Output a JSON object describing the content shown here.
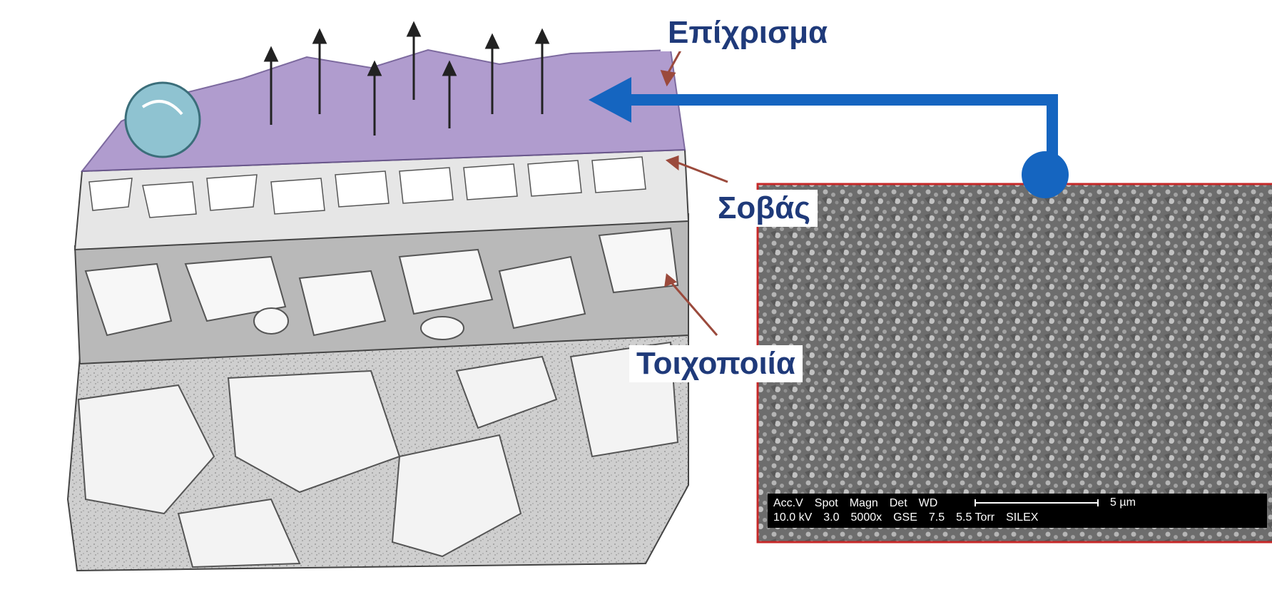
{
  "labels": {
    "coating": "Επίχρισμα",
    "plaster": "Σοβάς",
    "masonry": "Τοιχοποιία"
  },
  "sem_info": {
    "row1": [
      "Acc.V",
      "Spot",
      "Magn",
      "Det",
      "WD"
    ],
    "row2": [
      "10.0 kV",
      "3.0",
      "5000x",
      "GSE",
      "7.5",
      "5.5 Torr",
      "SILEX"
    ],
    "scale_bar": "5 µm"
  },
  "colors": {
    "connector": "#1565c0",
    "label_text": "#1f3a7a",
    "coating_layer": "#a892c9",
    "pointer_arrows": "#9b4a3c",
    "sem_border": "#c62828"
  }
}
